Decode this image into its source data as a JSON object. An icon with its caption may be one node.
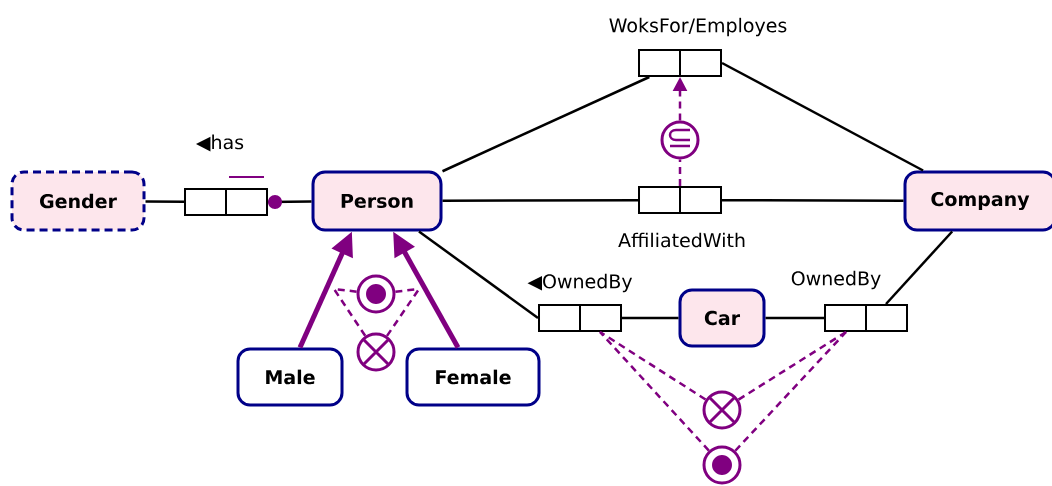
{
  "diagram": {
    "nodes": [
      {
        "text": [
          "Gender"
        ]
      },
      {
        "text": [],
        "shape": "box",
        "beside": [
          "◀has"
        ]
      },
      {
        "text": [
          "Person"
        ]
      },
      {
        "text": [],
        "shape": "box",
        "beside": [
          "WoksFor/Employes"
        ]
      },
      {
        "text": [],
        "shape": "circle"
      },
      {
        "text": [],
        "shape": "box",
        "beside": [
          "AffiliatedWith"
        ]
      },
      {
        "text": [
          "Company"
        ]
      },
      {
        "text": [],
        "shape": "circle"
      },
      {
        "text": [],
        "shape": "circle"
      },
      {
        "text": [
          "Male"
        ]
      },
      {
        "text": [
          "Female"
        ]
      },
      {
        "text": [],
        "shape": "box",
        "beside": [
          "◀OwnedBy"
        ]
      },
      {
        "text": [
          "Car"
        ]
      },
      {
        "text": [],
        "shape": "box",
        "beside": [
          "OwnedBy"
        ]
      },
      {
        "text": [],
        "shape": "circle"
      },
      {
        "text": [],
        "shape": "circle"
      }
    ],
    "edges": [
      {
        "from": 0,
        "to": 1,
        "arrow": "none",
        "color": "#000000"
      },
      {
        "from": 2,
        "to": 1,
        "arrow": "other",
        "color": "#000000"
      },
      {
        "from": 2,
        "to": 3,
        "arrow": "none",
        "color": "#000000"
      },
      {
        "from": 3,
        "to": 6,
        "arrow": "none",
        "color": "#000000"
      },
      {
        "from": 2,
        "to": 5,
        "arrow": "none",
        "color": "#000000"
      },
      {
        "from": 5,
        "to": 6,
        "arrow": "none",
        "color": "#000000"
      },
      {
        "from": 5,
        "to": 4,
        "arrow": "none",
        "style": "dashed",
        "color": "#800080"
      },
      {
        "from": 4,
        "to": 3,
        "arrow": "to",
        "style": "dashed",
        "color": "#800080"
      },
      {
        "from": 9,
        "to": 2,
        "arrow": "to",
        "style": "thick",
        "color": "#800080"
      },
      {
        "from": 10,
        "to": 2,
        "arrow": "to",
        "style": "thick",
        "color": "#800080"
      },
      {
        "from": 7,
        "to": null,
        "arrow": "none",
        "style": "dashed",
        "color": "#800080"
      },
      {
        "from": 7,
        "to": null,
        "arrow": "none",
        "style": "dashed",
        "color": "#800080"
      },
      {
        "from": 8,
        "to": null,
        "arrow": "none",
        "style": "dashed",
        "color": "#800080"
      },
      {
        "from": 8,
        "to": null,
        "arrow": "none",
        "style": "dashed",
        "color": "#800080"
      },
      {
        "from": 2,
        "to": 11,
        "arrow": "none",
        "color": "#000000"
      },
      {
        "from": 11,
        "to": 12,
        "arrow": "none",
        "color": "#000000"
      },
      {
        "from": 12,
        "to": 13,
        "arrow": "none",
        "color": "#000000"
      },
      {
        "from": 13,
        "to": 6,
        "arrow": "none",
        "color": "#000000"
      },
      {
        "from": 14,
        "to": 11,
        "arrow": "none",
        "style": "dashed",
        "color": "#800080"
      },
      {
        "from": 14,
        "to": 13,
        "arrow": "none",
        "style": "dashed",
        "color": "#800080"
      },
      {
        "from": 15,
        "to": 11,
        "arrow": "none",
        "style": "dashed",
        "color": "#800080"
      },
      {
        "from": 15,
        "to": 13,
        "arrow": "none",
        "style": "dashed",
        "color": "#800080"
      }
    ]
  }
}
